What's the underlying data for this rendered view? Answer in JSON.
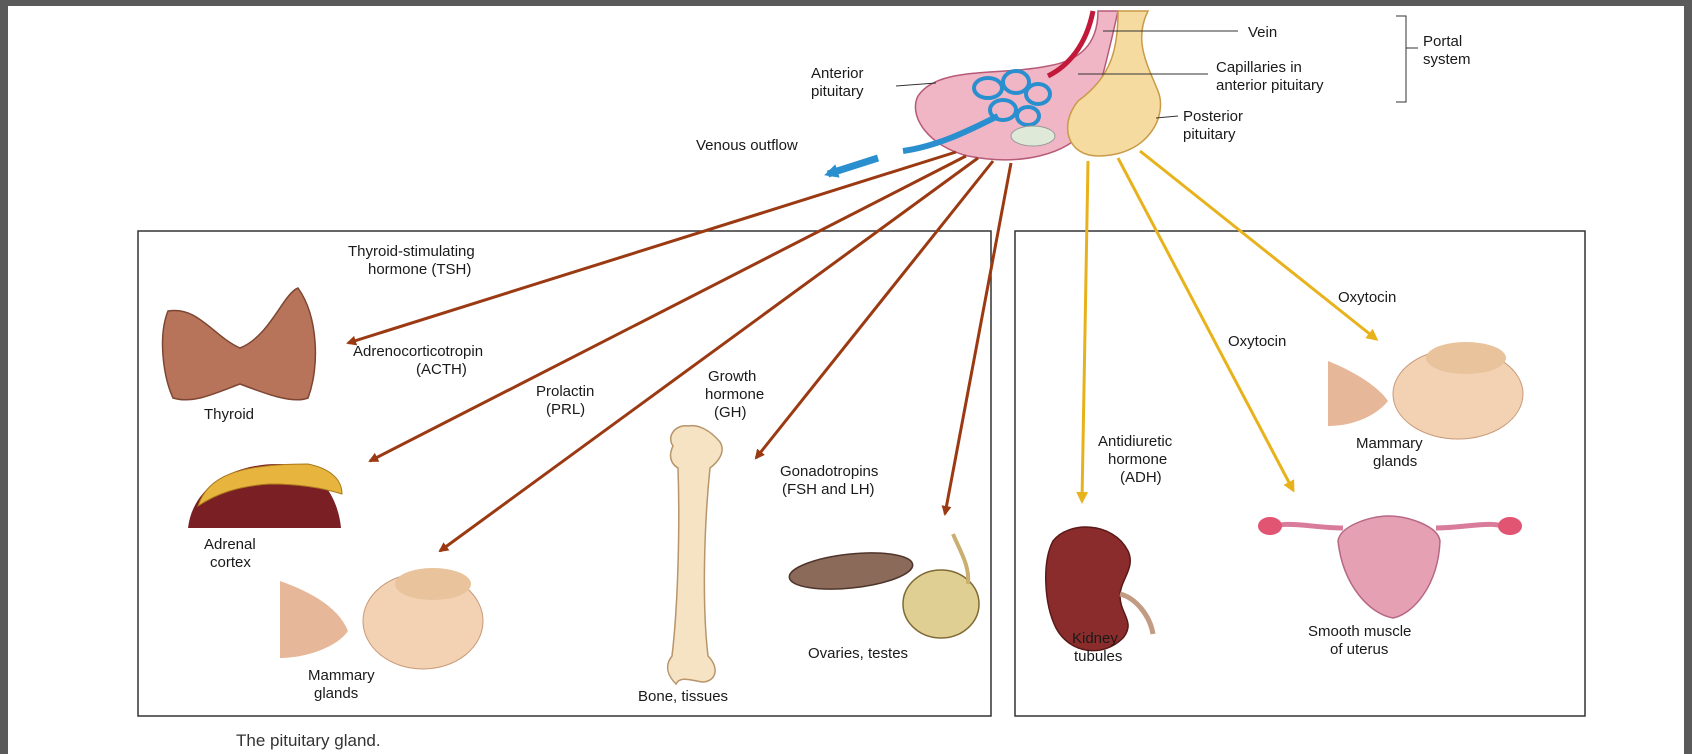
{
  "labels": {
    "vein": "Vein",
    "capillaries_1": "Capillaries in",
    "capillaries_2": "anterior pituitary",
    "portal_1": "Portal",
    "portal_2": "system",
    "anterior_1": "Anterior",
    "anterior_2": "pituitary",
    "posterior_1": "Posterior",
    "posterior_2": "pituitary",
    "venous_outflow": "Venous outflow",
    "tsh_1": "Thyroid-stimulating",
    "tsh_2": "hormone (TSH)",
    "thyroid": "Thyroid",
    "acth_1": "Adrenocorticotropin",
    "acth_2": "(ACTH)",
    "prolactin_1": "Prolactin",
    "prolactin_2": "(PRL)",
    "gh_1": "Growth",
    "gh_2": "hormone",
    "gh_3": "(GH)",
    "adrenal_1": "Adrenal",
    "adrenal_2": "cortex",
    "gonado_1": "Gonadotropins",
    "gonado_2": "(FSH and LH)",
    "mammary_left_1": "Mammary",
    "mammary_left_2": "glands",
    "bone": "Bone, tissues",
    "ovaries": "Ovaries, testes",
    "oxytocin_top": "Oxytocin",
    "oxytocin_mid": "Oxytocin",
    "mammary_right_1": "Mammary",
    "mammary_right_2": "glands",
    "adh_1": "Antidiuretic",
    "adh_2": "hormone",
    "adh_3": "(ADH)",
    "kidney_1": "Kidney",
    "kidney_2": "tubules",
    "uterus_1": "Smooth muscle",
    "uterus_2": "of uterus"
  },
  "caption": "The pituitary gland.",
  "colors": {
    "anterior_arrow": "#9b3a12",
    "posterior_arrow": "#e8b21c",
    "venous_arrow": "#2a8fcf",
    "anterior_tissue": "#f0b6c6",
    "posterior_tissue": "#f6dba0"
  }
}
